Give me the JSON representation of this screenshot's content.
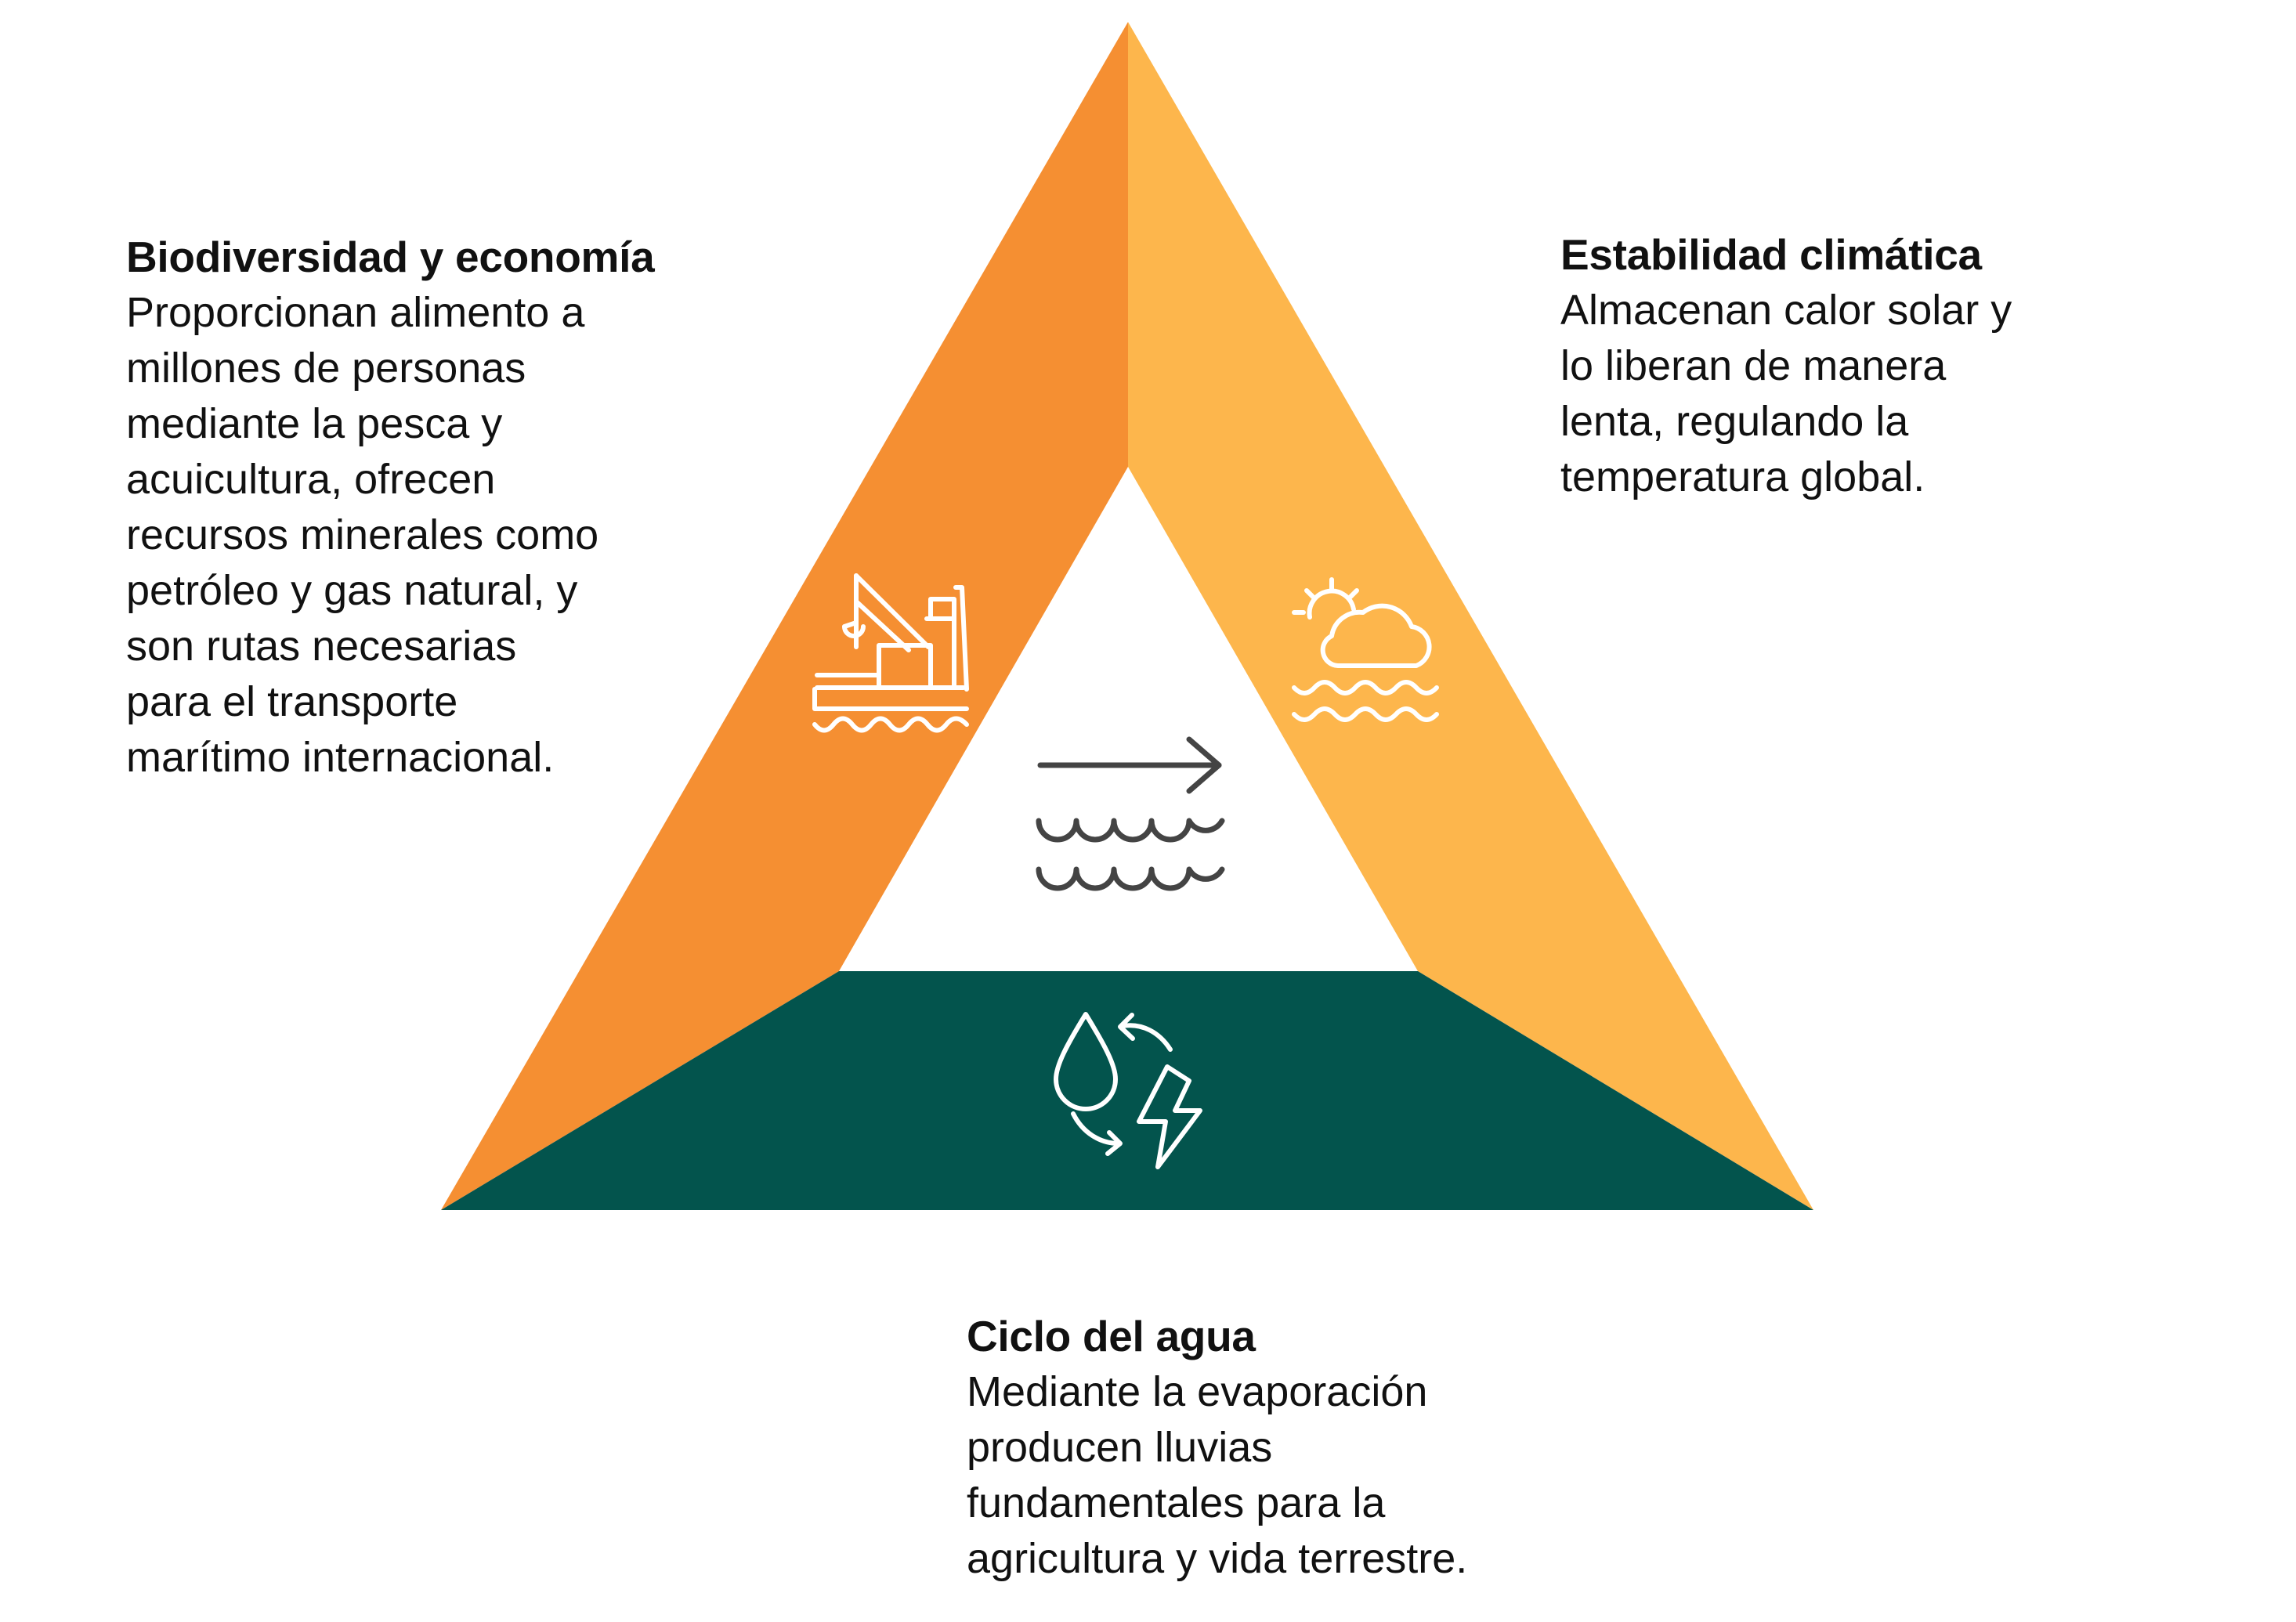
{
  "colors": {
    "left_side": "#F58F32",
    "right_side": "#FDB64C",
    "base": "#03544D",
    "icon_light": "#FFFFFF",
    "icon_dark": "#444444",
    "text": "#111111"
  },
  "center_icon": "current-and-waves-icon",
  "segments": [
    {
      "id": "biodiversity",
      "icon": "ship-crane-icon",
      "title": "Biodiversidad y economía",
      "body_lines": [
        "Proporcionan alimento a",
        "millones de personas",
        "mediante la pesca y",
        "acuicultura, ofrecen",
        "recursos minerales como",
        "petróleo y gas natural, y",
        "son rutas necesarias",
        "para el transporte",
        "marítimo internacional."
      ]
    },
    {
      "id": "climate",
      "icon": "sun-cloud-waves-icon",
      "title": "Estabilidad climática",
      "body_lines": [
        "Almacenan calor solar y",
        "lo liberan de manera",
        "lenta, regulando la",
        "temperatura global."
      ]
    },
    {
      "id": "water",
      "icon": "water-cycle-energy-icon",
      "title": "Ciclo del agua",
      "body_lines": [
        "Mediante la evaporación",
        "producen lluvias",
        "fundamentales para la",
        "agricultura y vida terrestre."
      ]
    }
  ]
}
